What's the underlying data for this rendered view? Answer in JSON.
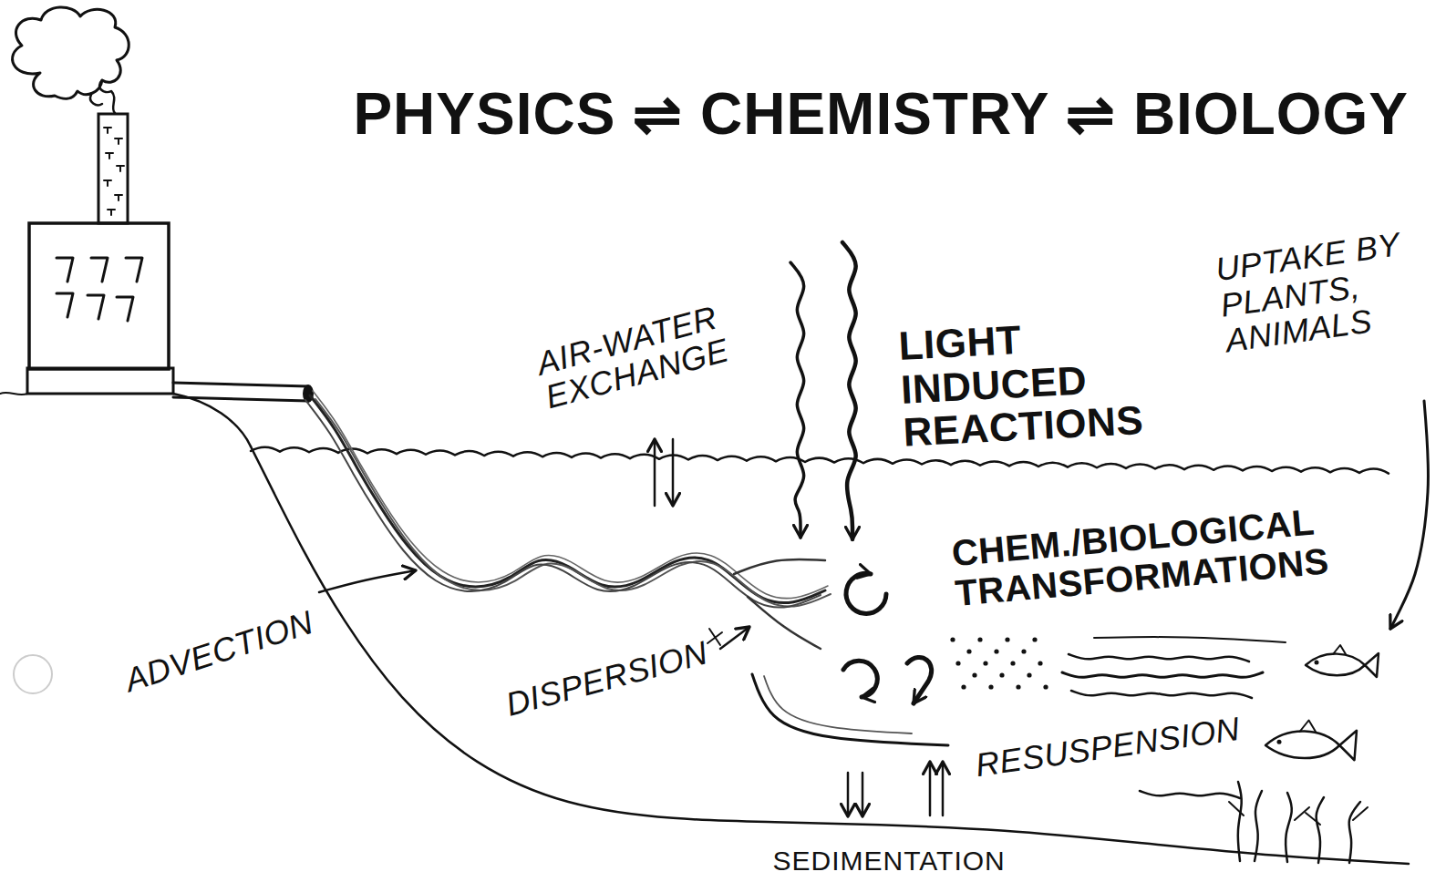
{
  "diagram": {
    "title": "PHYSICS ⇌ CHEMISTRY ⇌ BIOLOGY",
    "labels": [
      "AIR-WATER EXCHANGE",
      "LIGHT INDUCED REACTIONS",
      "UPTAKE BY PLANTS, ANIMALS",
      "CHEM./BIOLOGICAL TRANSFORMATIONS",
      "ADVECTION",
      "DISPERSION",
      "RESUSPENSION",
      "SEDIMENTATION"
    ]
  }
}
